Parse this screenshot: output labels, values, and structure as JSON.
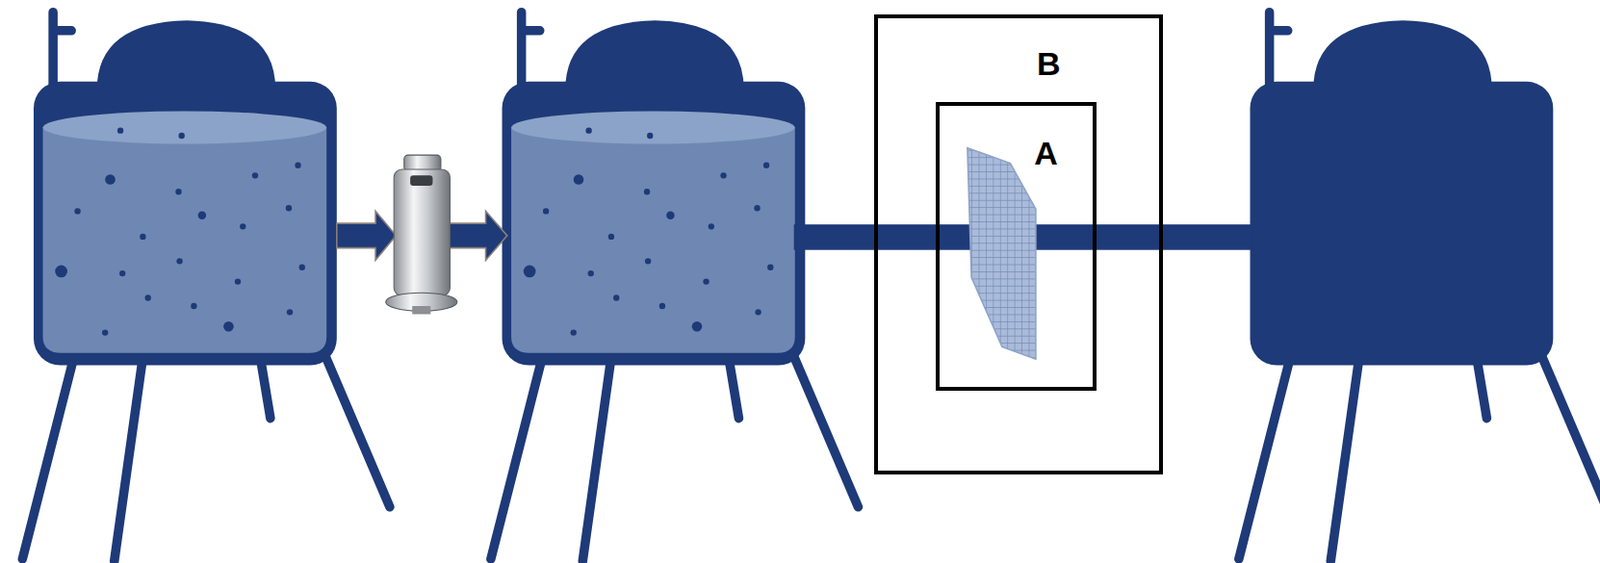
{
  "diagram": {
    "nodes": [
      {
        "text": [
          "B"
        ]
      },
      {
        "text": [
          "A"
        ],
        "in": 0
      }
    ]
  }
}
